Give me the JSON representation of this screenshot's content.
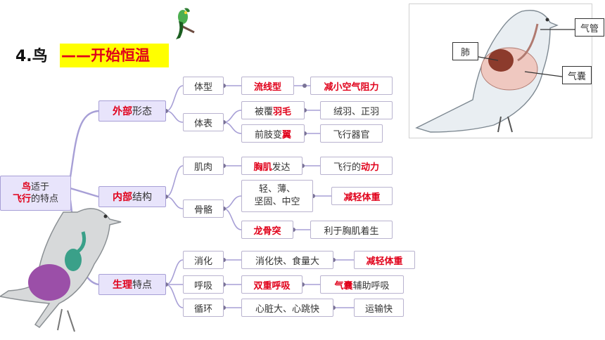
{
  "title": {
    "number": "4.鸟",
    "tag": "——开始恒温"
  },
  "root": {
    "line1a": "鸟",
    "line1b": "适于",
    "line2a": "飞行",
    "line2b": "的特点"
  },
  "branches": {
    "external": {
      "red": "外部",
      "rest": "形态"
    },
    "internal": {
      "red": "内部",
      "rest": "结构"
    },
    "physio": {
      "red": "生理",
      "rest": "特点"
    }
  },
  "nodes": {
    "tixing": "体型",
    "liuxianxing": "流线型",
    "jianxiao": "减小空气阻力",
    "tibiao": "体表",
    "beifu_a": "被覆",
    "beifu_b": "羽毛",
    "rongyu": "绒羽、正羽",
    "qianzhi_a": "前肢变",
    "qianzhi_b": "翼",
    "feixingqiguan": "飞行器官",
    "jirou": "肌肉",
    "xiongji_a": "胸肌",
    "xiongji_b": "发达",
    "dongli_a": "飞行的",
    "dongli_b": "动力",
    "guge": "骨骼",
    "qingbao_1": "轻、薄、",
    "qingbao_2": "坚固、中空",
    "jianqing1": "减轻体重",
    "longgu": "龙骨突",
    "liyu": "利于胸肌着生",
    "xiaohua": "消化",
    "xiaohuakuai": "消化快、食量大",
    "jianqing2": "减轻体重",
    "huxi": "呼吸",
    "shuangchong": "双重呼吸",
    "qinang_a": "气囊",
    "qinang_b": "辅助呼吸",
    "xunhuan": "循环",
    "xinzang": "心脏大、心跳快",
    "yunshu": "运输快"
  },
  "pigeon_labels": {
    "fei": "肺",
    "qiguan": "气管",
    "qinang": "气囊"
  },
  "colors": {
    "accent_red": "#e0001a",
    "node_fill": "#e8e4fb",
    "line": "#a79fd6",
    "highlight": "#ffff00"
  }
}
